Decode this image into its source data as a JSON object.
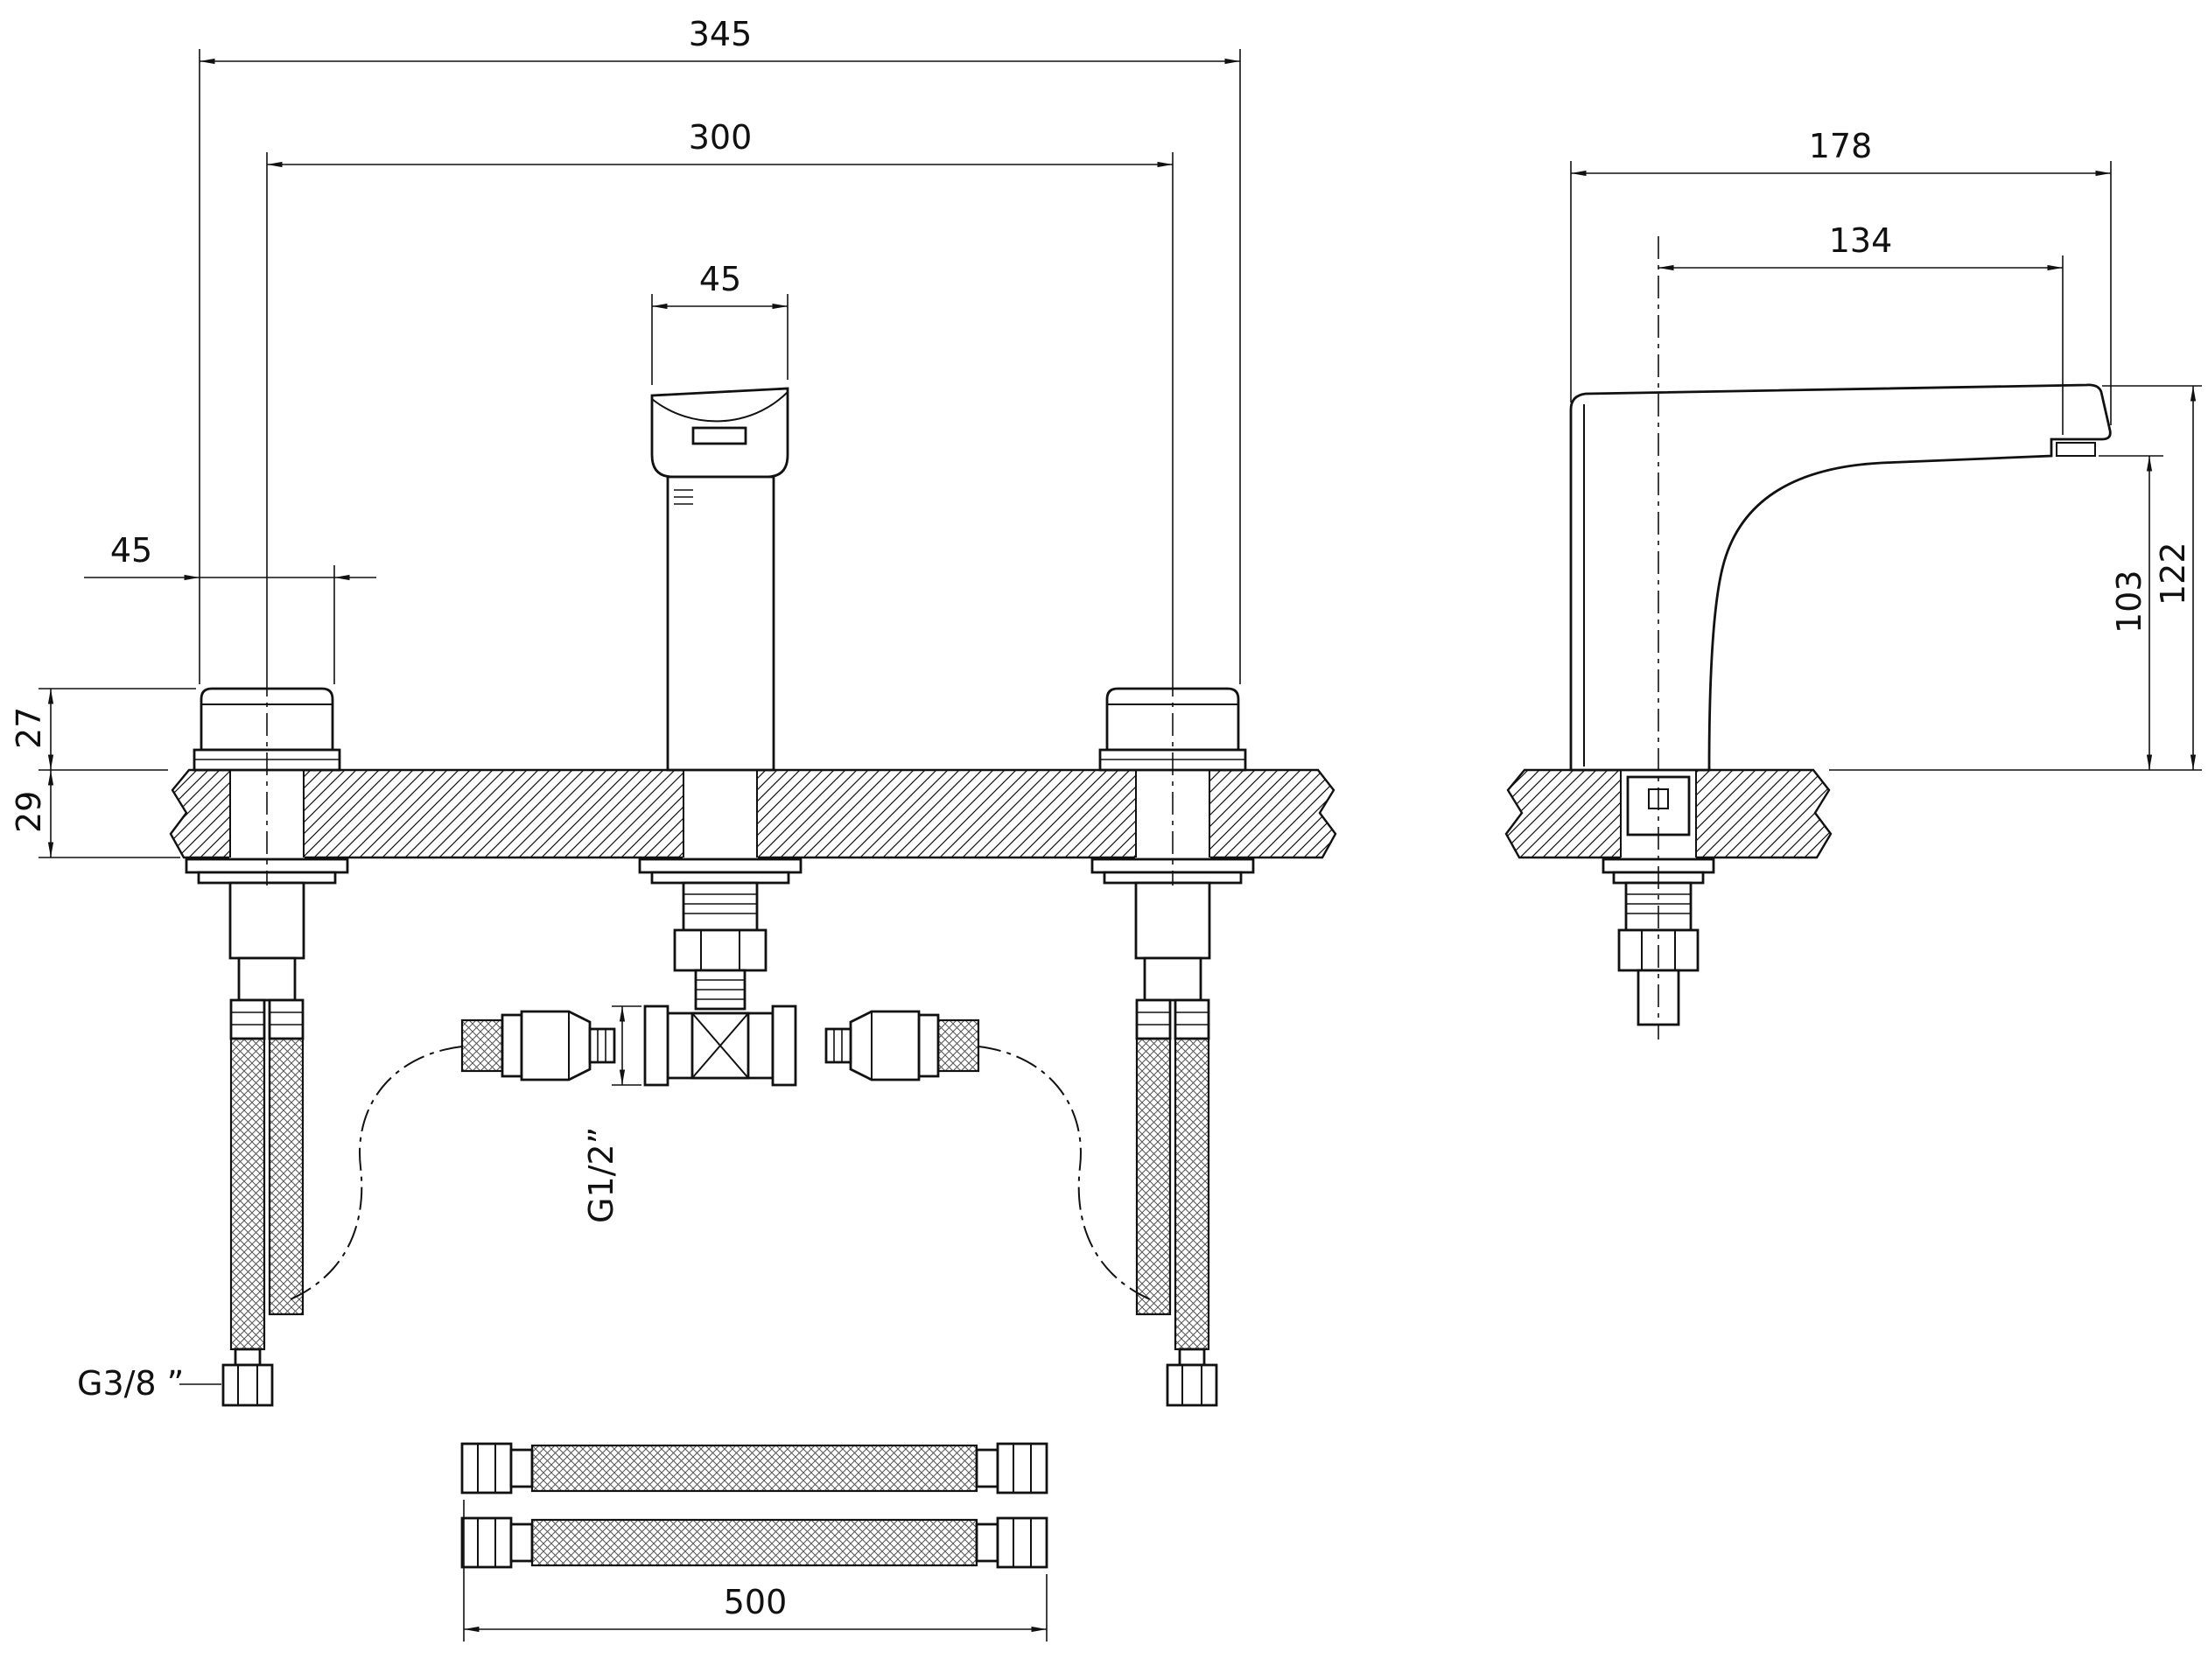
{
  "page": {
    "background": "#ffffff",
    "line_color": "#111111",
    "drawing_type": "3-hole basin mixer installation drawing"
  },
  "front_view": {
    "dim_overall_width": "345",
    "dim_hole_spacing": "300",
    "dim_spout_width": "45",
    "dim_handle_width": "45",
    "dim_height_above_deck": "27",
    "dim_deck_thickness": "29",
    "label_spout_thread": "G1/2”",
    "label_supply_thread": "G3/8 ”"
  },
  "side_view": {
    "dim_overall_depth": "178",
    "dim_spout_reach": "134",
    "dim_outlet_height": "103",
    "dim_overall_height": "122"
  },
  "supply_hoses": {
    "dim_length": "500"
  }
}
